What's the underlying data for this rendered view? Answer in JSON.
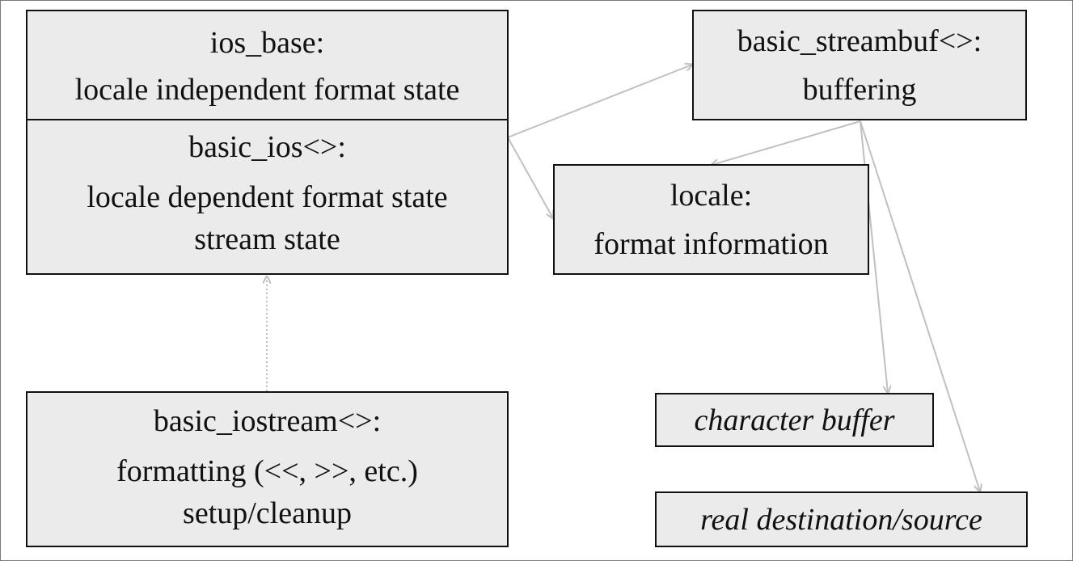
{
  "diagram": {
    "ios_base": {
      "title": "ios_base:",
      "desc": "locale independent format state"
    },
    "basic_ios": {
      "title": "basic_ios<>:",
      "lines": [
        "locale dependent format state",
        "stream state"
      ]
    },
    "basic_iostream": {
      "title": "basic_iostream<>:",
      "lines": [
        "formatting (<<, >>, etc.)",
        "setup/cleanup"
      ]
    },
    "basic_streambuf": {
      "title": "basic_streambuf<>:",
      "desc": "buffering"
    },
    "locale": {
      "title": "locale:",
      "desc": "format information"
    },
    "character_buffer": {
      "label": "character buffer"
    },
    "real_destination": {
      "label": "real destination/source"
    }
  },
  "colors": {
    "box_fill": "#ebebeb",
    "box_border": "#111111",
    "arrow": "#c0c0c0"
  }
}
